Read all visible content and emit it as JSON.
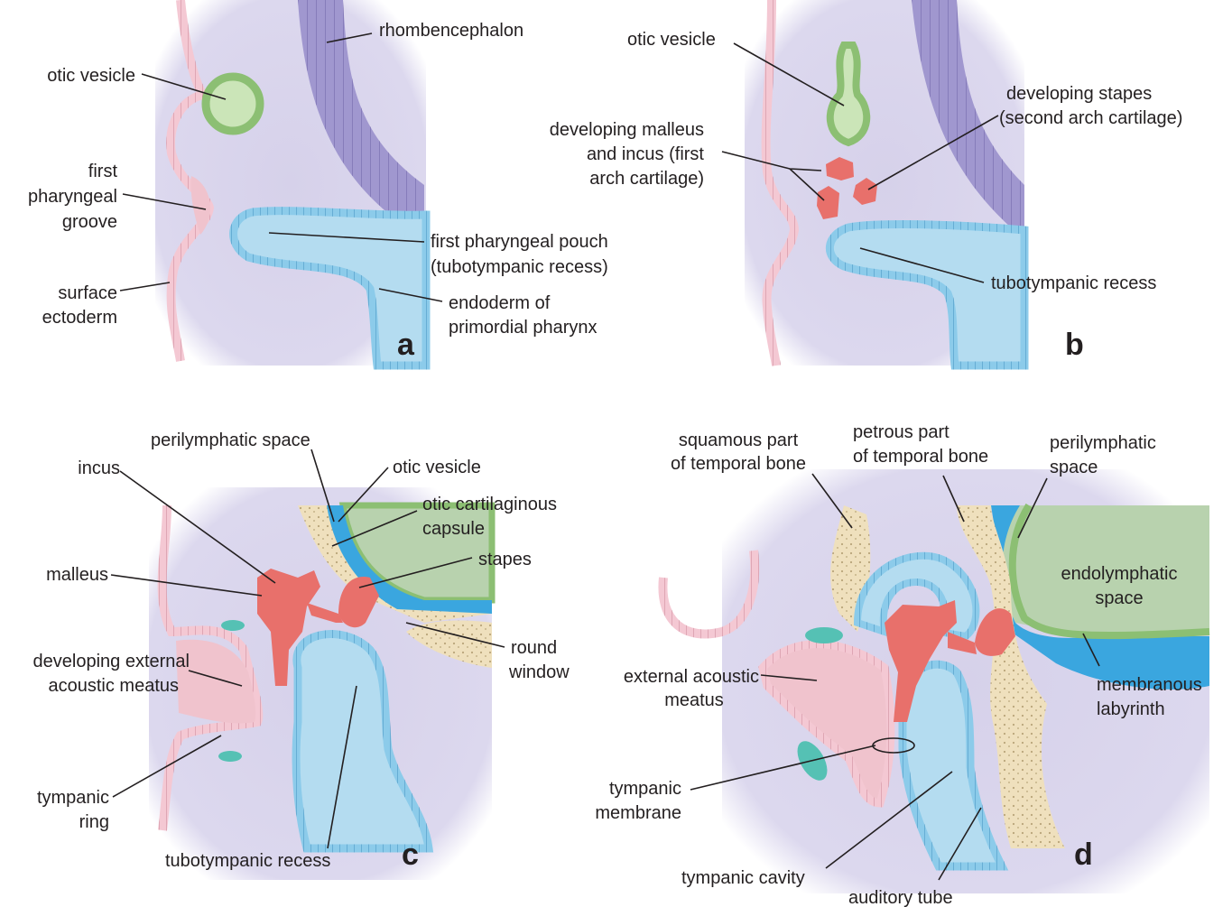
{
  "figure": {
    "panels": [
      {
        "letter": "a",
        "labels": {
          "rhombencephalon": "rhombencephalon",
          "otic_vesicle": "otic vesicle",
          "first_pharyngeal_groove": [
            "first",
            "pharyngeal",
            "groove"
          ],
          "first_pharyngeal_pouch": [
            "first pharyngeal pouch",
            "(tubotympanic recess)"
          ],
          "surface_ectoderm": [
            "surface",
            "ectoderm"
          ],
          "endoderm": [
            "endoderm of",
            "primordial pharynx"
          ]
        }
      },
      {
        "letter": "b",
        "labels": {
          "otic_vesicle": "otic vesicle",
          "developing_stapes": [
            "developing stapes",
            "(second arch cartilage)"
          ],
          "developing_malleus_incus": [
            "developing malleus",
            "and incus (first",
            "arch cartilage)"
          ],
          "tubotympanic_recess": "tubotympanic recess"
        }
      },
      {
        "letter": "c",
        "labels": {
          "perilymphatic_space": "perilymphatic space",
          "incus": "incus",
          "otic_vesicle": "otic vesicle",
          "otic_capsule": [
            "otic cartilaginous",
            "capsule"
          ],
          "malleus": "malleus",
          "stapes": "stapes",
          "round_window": [
            "round",
            "window"
          ],
          "developing_external_meatus": [
            "developing external",
            "acoustic meatus"
          ],
          "tympanic_ring": [
            "tympanic",
            "ring"
          ],
          "tubotympanic_recess": "tubotympanic recess"
        }
      },
      {
        "letter": "d",
        "labels": {
          "squamous_part": [
            "squamous part",
            "of temporal bone"
          ],
          "petrous_part": [
            "petrous part",
            "of temporal bone"
          ],
          "perilymphatic_space": [
            "perilymphatic",
            "space"
          ],
          "endolymphatic_space": [
            "endolymphatic",
            "space"
          ],
          "membranous_labyrinth": [
            "membranous",
            "labyrinth"
          ],
          "external_meatus": [
            "external acoustic",
            "meatus"
          ],
          "tympanic_membrane": [
            "tympanic",
            "membrane"
          ],
          "tympanic_cavity": "tympanic cavity",
          "auditory_tube": "auditory tube"
        }
      }
    ],
    "colors": {
      "mesenchyme": "#d9d4ec",
      "ectoderm": "#f3c9d3",
      "endoderm": "#7fc3e6",
      "endoderm_fill": "#b9def1",
      "neural": "#9a8fc9",
      "otic": "#c7e2b4",
      "cartilage": "#e8706b",
      "bone": "#ecdcb8",
      "perilymph": "#3aa6df",
      "endolymph": "#b8d2ae",
      "tympanic_ring": "#55c1b4"
    }
  }
}
